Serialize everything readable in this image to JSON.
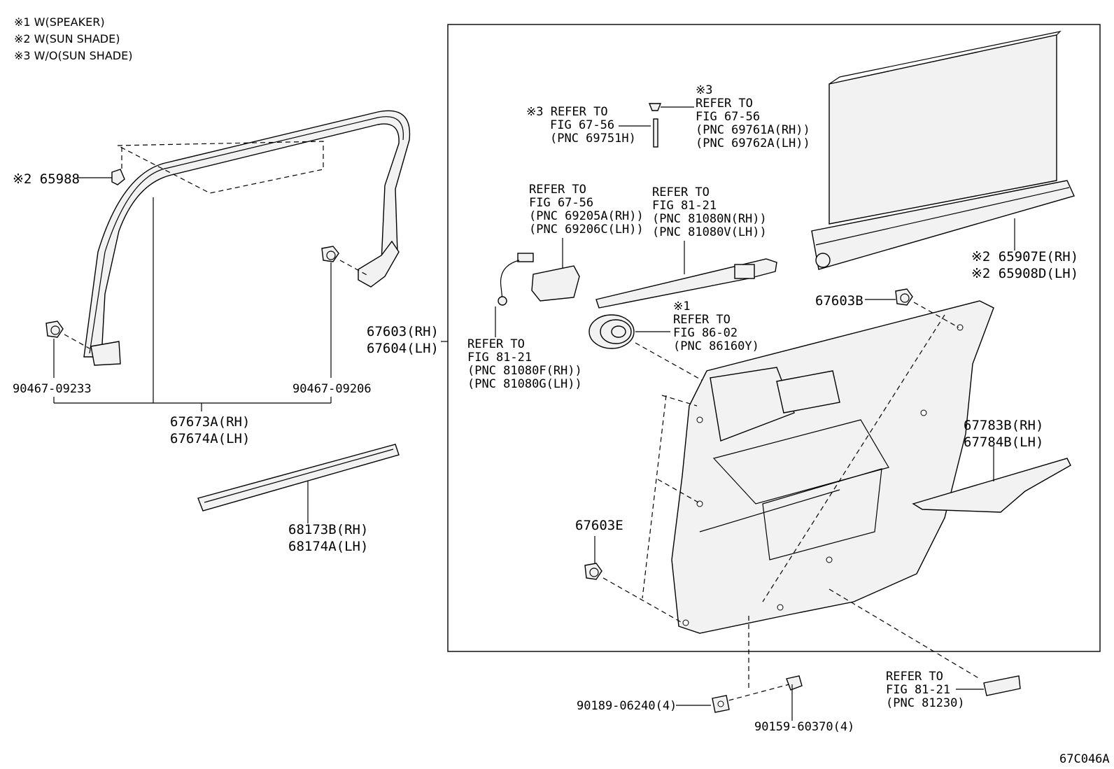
{
  "notes": [
    "※1 W(SPEAKER)",
    "※2 W(SUN SHADE)",
    "※3 W/O(SUN SHADE)"
  ],
  "labels": {
    "p65988": "※2 65988",
    "p90467_09233": "90467-09233",
    "p90467_09206": "90467-09206",
    "p67673_rh": "67673A(RH)",
    "p67674_lh": "67674A(LH)",
    "p68173_rh": "68173B(RH)",
    "p68174_lh": "68174A(LH)",
    "p67603_rh": "67603(RH)",
    "p67604_lh": "67604(LH)",
    "p67603B": "67603B",
    "p67603E": "67603E",
    "p65907_rh": "※2 65907E(RH)",
    "p65908_lh": "※2 65908D(LH)",
    "p67783_rh": "67783B(RH)",
    "p67784_lh": "67784B(LH)",
    "p90189": "90189-06240(4)",
    "p90159": "90159-60370(4)",
    "diagram_code": "67C046A"
  },
  "refs": {
    "r69751": [
      "※3 REFER TO",
      "FIG 67-56",
      "(PNC 69751H)"
    ],
    "r69761": [
      "※3",
      "REFER TO",
      "FIG 67-56",
      "(PNC 69761A(RH))",
      "(PNC 69762A(LH))"
    ],
    "r69205": [
      "REFER TO",
      "FIG 67-56",
      "(PNC 69205A(RH))",
      "(PNC 69206C(LH))"
    ],
    "r81080N": [
      "REFER TO",
      "FIG 81-21",
      "(PNC 81080N(RH))",
      "(PNC 81080V(LH))"
    ],
    "r86160": [
      "※1",
      "REFER TO",
      "FIG 86-02",
      "(PNC 86160Y)"
    ],
    "r81080F": [
      "REFER TO",
      "FIG 81-21",
      "(PNC 81080F(RH))",
      "(PNC 81080G(LH))"
    ],
    "r81230": [
      "REFER TO",
      "FIG 81-21",
      "(PNC 81230)"
    ]
  }
}
